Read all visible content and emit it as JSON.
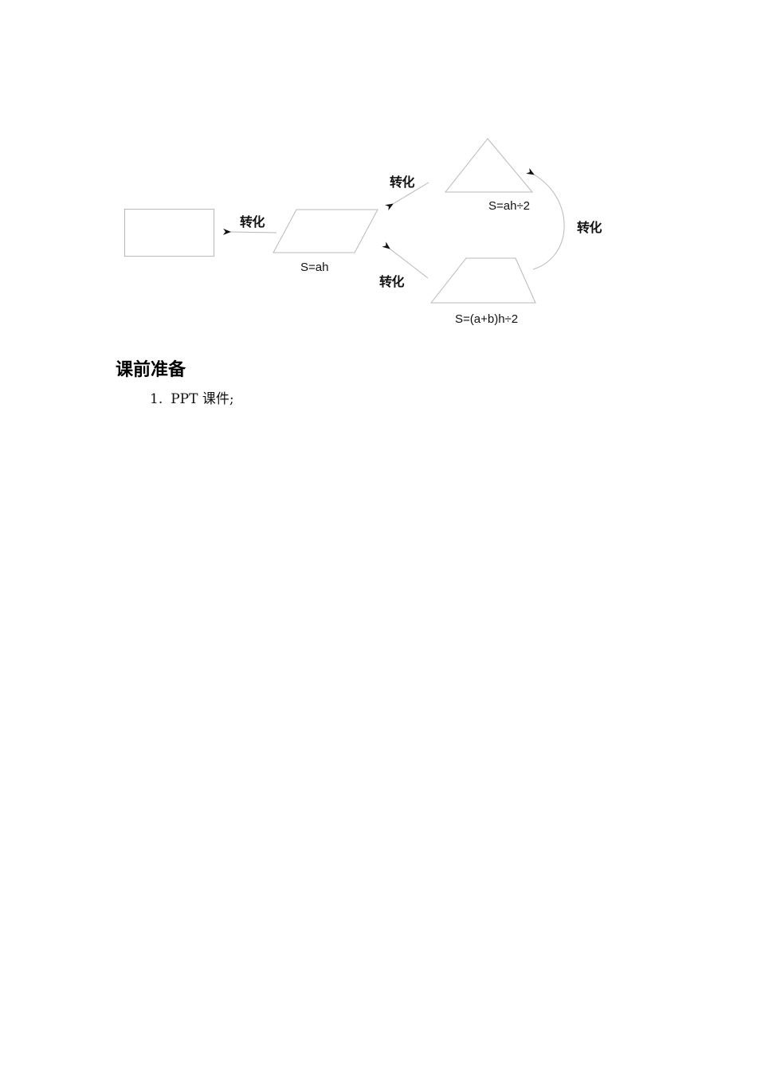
{
  "diagram": {
    "labels": {
      "convert_rect": "转化",
      "convert_tri": "转化",
      "convert_trap": "转化",
      "convert_curve": "转化"
    },
    "formulas": {
      "parallelogram": "S=ah",
      "triangle": "S=ah÷2",
      "trapezoid": "S=(a+b)h÷2"
    },
    "shapes": [
      "rectangle",
      "parallelogram",
      "triangle",
      "trapezoid"
    ],
    "colors": {
      "stroke": "#b8b8b8",
      "arrow": "#111111"
    }
  },
  "section": {
    "heading": "课前准备",
    "items": [
      {
        "num": "1.",
        "text": "PPT 课件;"
      }
    ]
  }
}
